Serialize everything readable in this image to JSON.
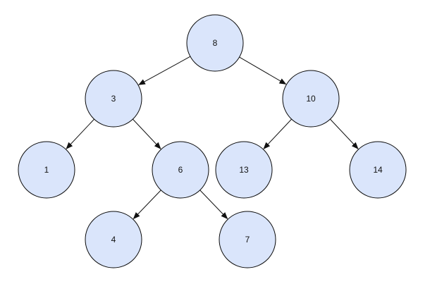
{
  "diagram": {
    "nodes": [
      {
        "id": "n8",
        "label": "8"
      },
      {
        "id": "n3",
        "label": "3"
      },
      {
        "id": "n10",
        "label": "10"
      },
      {
        "id": "n1",
        "label": "1"
      },
      {
        "id": "n6",
        "label": "6"
      },
      {
        "id": "n13",
        "label": "13"
      },
      {
        "id": "n14",
        "label": "14"
      },
      {
        "id": "n4",
        "label": "4"
      },
      {
        "id": "n7",
        "label": "7"
      }
    ],
    "edges": [
      {
        "from": "n8",
        "to": "n3"
      },
      {
        "from": "n8",
        "to": "n10"
      },
      {
        "from": "n3",
        "to": "n1"
      },
      {
        "from": "n3",
        "to": "n6"
      },
      {
        "from": "n10",
        "to": "n13"
      },
      {
        "from": "n10",
        "to": "n14"
      },
      {
        "from": "n6",
        "to": "n4"
      },
      {
        "from": "n6",
        "to": "n7"
      }
    ],
    "colors": {
      "node_fill": "#dae5fb",
      "node_stroke": "#0b0b0b",
      "edge": "#111111",
      "background": "#ffffff"
    }
  }
}
